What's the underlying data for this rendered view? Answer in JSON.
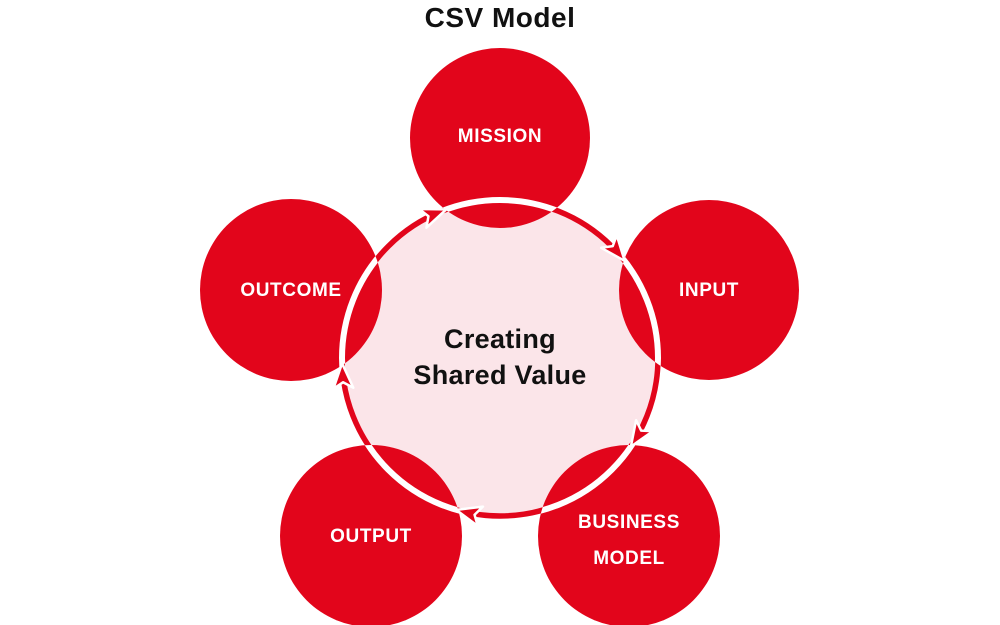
{
  "title": "CSV Model",
  "center_circle": {
    "lines": [
      "Creating",
      "Shared Value"
    ]
  },
  "nodes": [
    {
      "id": "mission",
      "lines": [
        "MISSION"
      ]
    },
    {
      "id": "input",
      "lines": [
        "INPUT"
      ]
    },
    {
      "id": "business-model",
      "lines": [
        "BUSINESS",
        "MODEL"
      ]
    },
    {
      "id": "output",
      "lines": [
        "OUTPUT"
      ]
    },
    {
      "id": "outcome",
      "lines": [
        "OUTCOME"
      ]
    }
  ],
  "flow_order": [
    "MISSION",
    "INPUT",
    "BUSINESS MODEL",
    "OUTPUT",
    "OUTCOME"
  ],
  "colors": {
    "node_red": "#E2051B",
    "center_pink": "#FBE5E9",
    "title_text": "#111111",
    "node_text": "#FFFFFF"
  }
}
